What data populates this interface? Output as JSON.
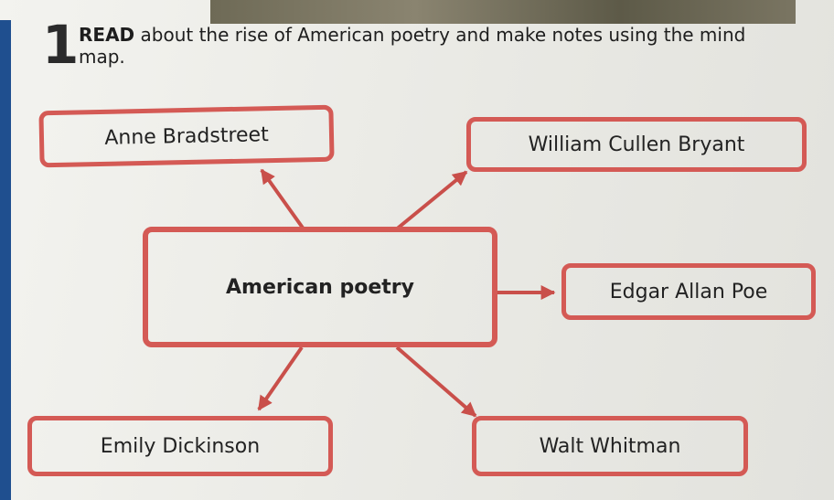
{
  "header": {
    "step_number": "1",
    "instruction_bold": "READ",
    "instruction_rest": " about the rise of American poetry and make notes using the mind map."
  },
  "mind_map": {
    "center": "American poetry",
    "nodes": {
      "anne": "Anne Bradstreet",
      "bryant": "William Cullen Bryant",
      "poe": "Edgar Allan Poe",
      "dickinson": "Emily Dickinson",
      "whitman": "Walt Whitman"
    }
  },
  "colors": {
    "node_border": "#d45a55",
    "arrow": "#c94f4a",
    "side_bar": "#1f4f8f"
  }
}
